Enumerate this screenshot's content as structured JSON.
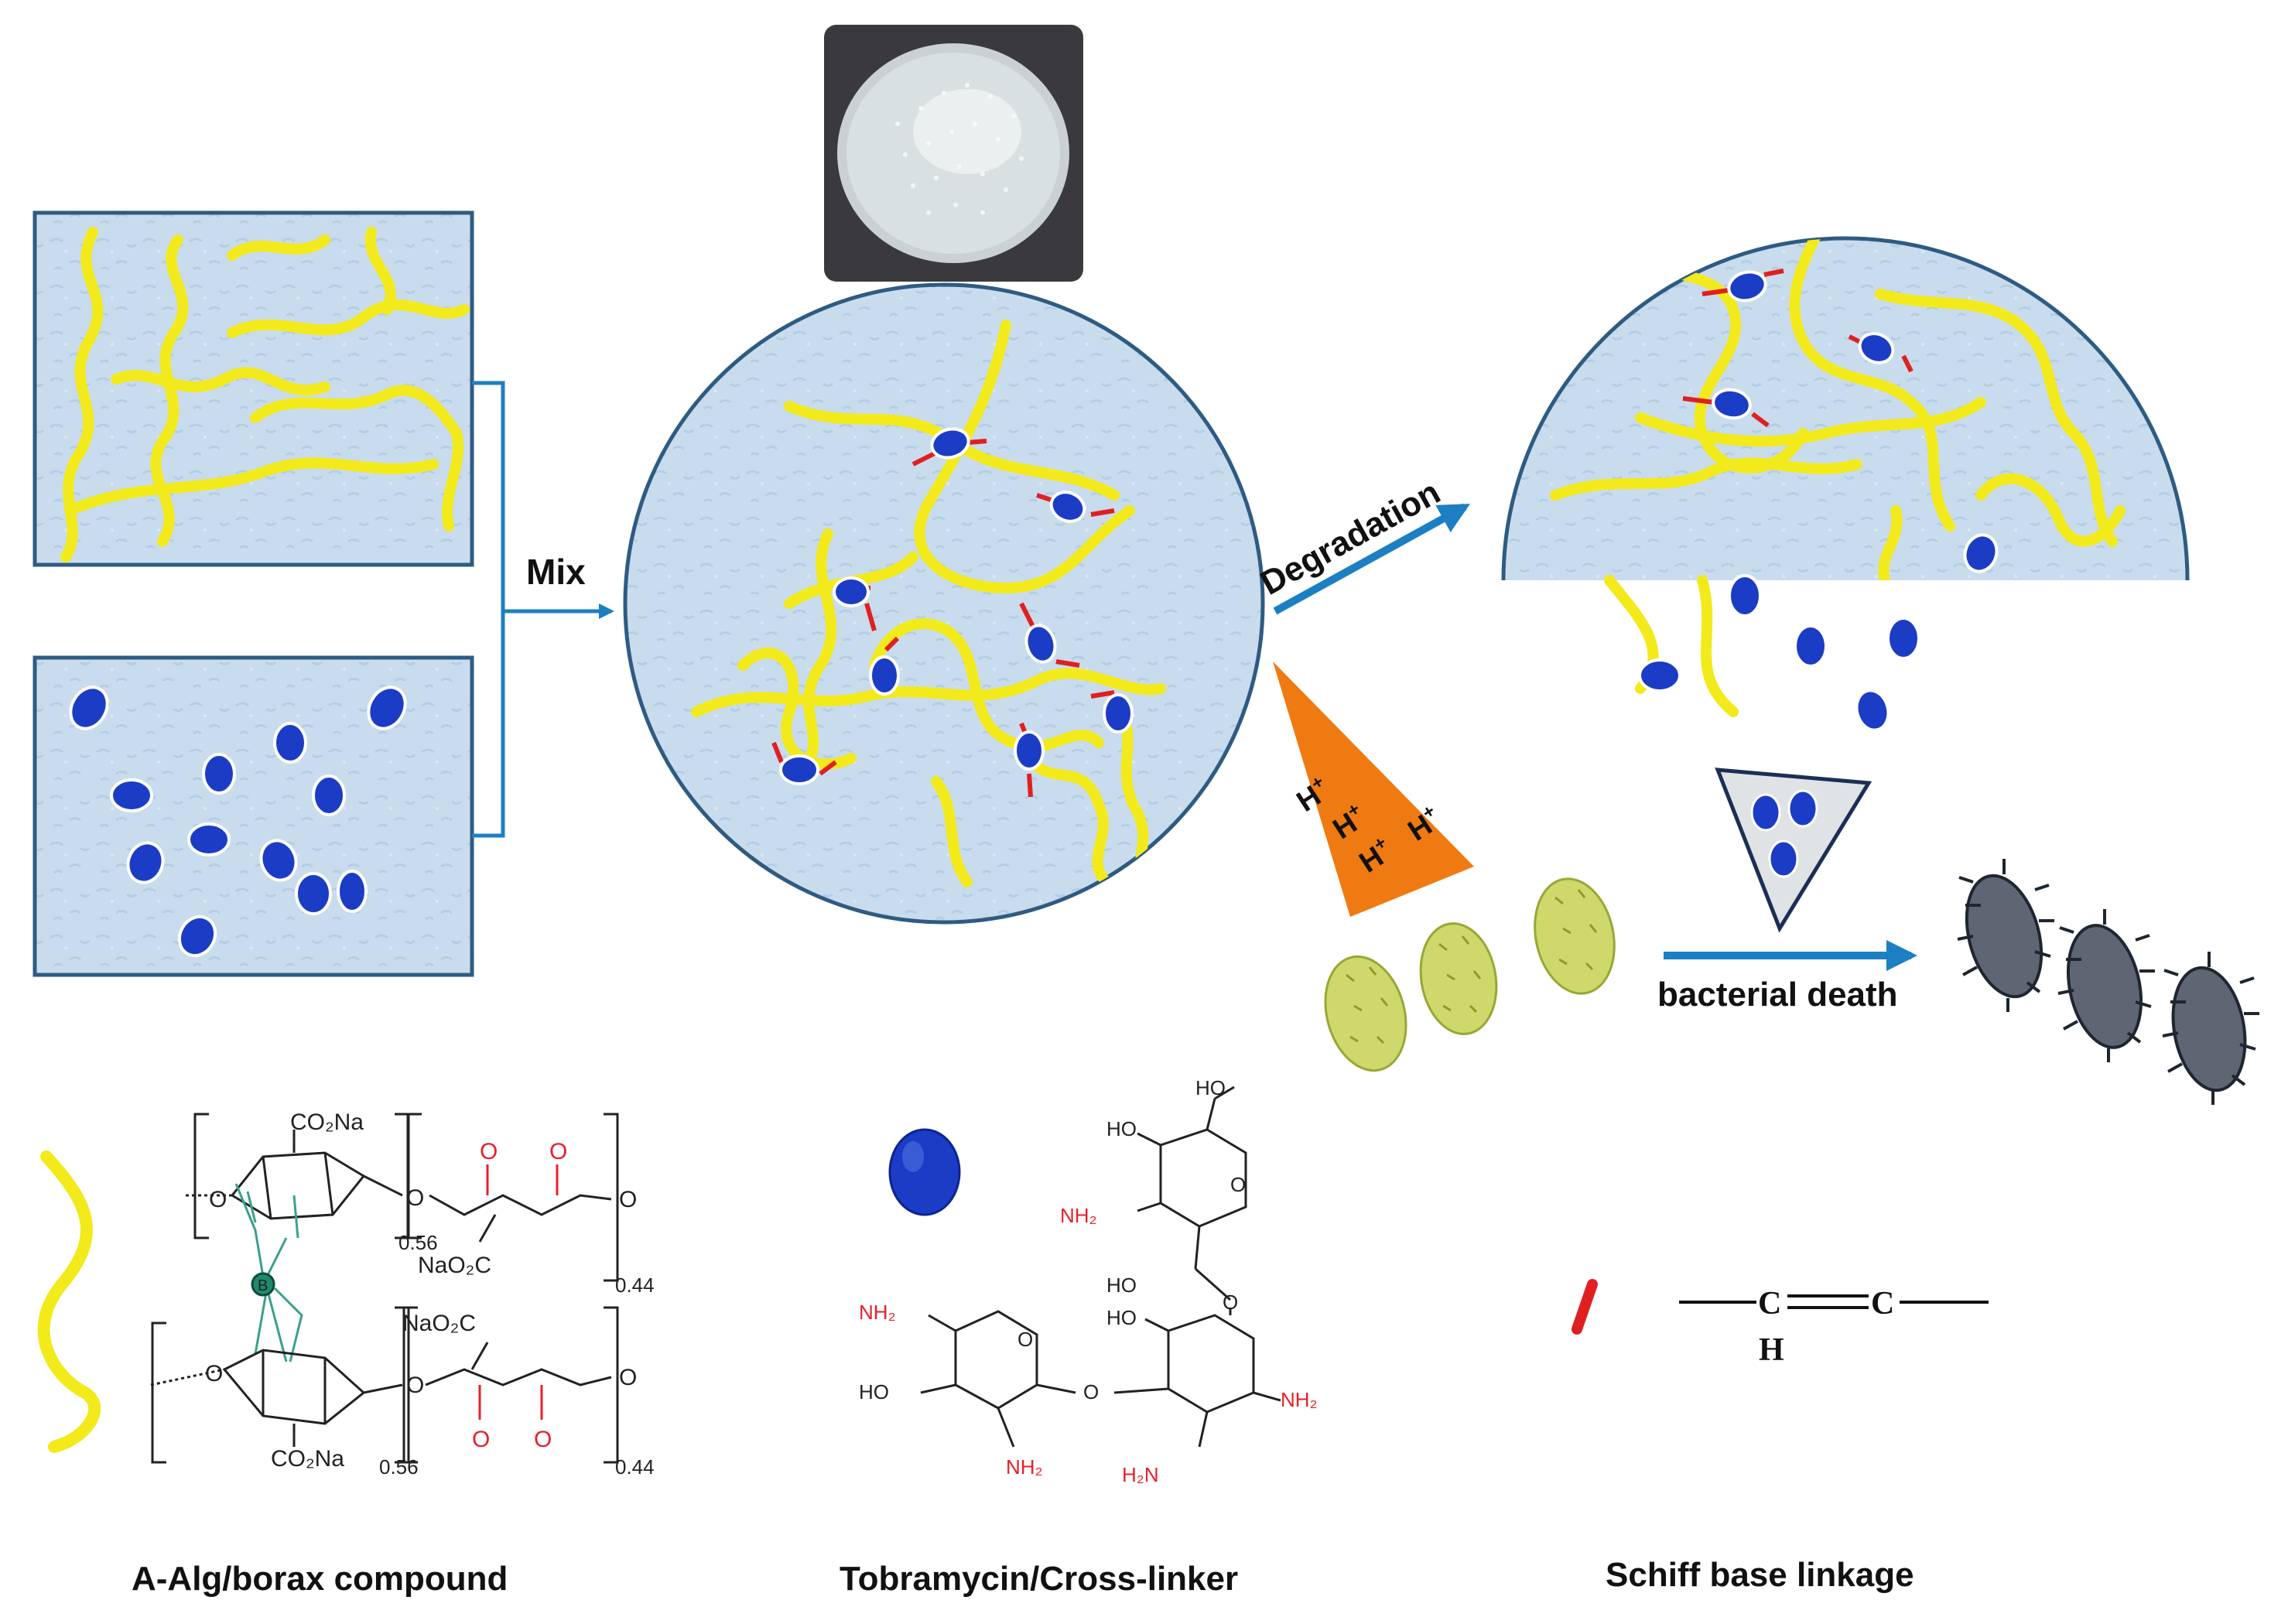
{
  "arrows": {
    "mix": "Mix",
    "degradation": "Degradation",
    "bacterial_death": "bacterial death"
  },
  "acid": {
    "ions": [
      "H+",
      "H+",
      "H+",
      "H+"
    ],
    "symbol": "H",
    "charge": "+"
  },
  "legend": {
    "alginate": "A-Alg/borax compound",
    "tobramycin": "Tobramycin/Cross-linker",
    "schiff": "Schiff base linkage"
  },
  "alginate_structure": {
    "co2na": "CO₂Na",
    "naO2c": "NaO₂C",
    "sub_056": "0.56",
    "sub_044": "0.44",
    "boron": "B",
    "o": "O"
  },
  "tobramycin_structure": {
    "ho": "HO",
    "nh2": "NH₂",
    "h2n": "H₂N",
    "o": "O"
  },
  "schiff_structure": {
    "c": "C",
    "h": "H"
  },
  "colors": {
    "gel_fill": "#c8dcec",
    "gel_border": "#2e5b82",
    "chain": "#f2ea1a",
    "drug": "#1b3cc4",
    "link": "#e02020",
    "arrow": "#1c7fc4",
    "acid_cone": "#f07a12",
    "bacteria_live": "#cfd86a",
    "bacteria_dead": "#2f3a48"
  }
}
